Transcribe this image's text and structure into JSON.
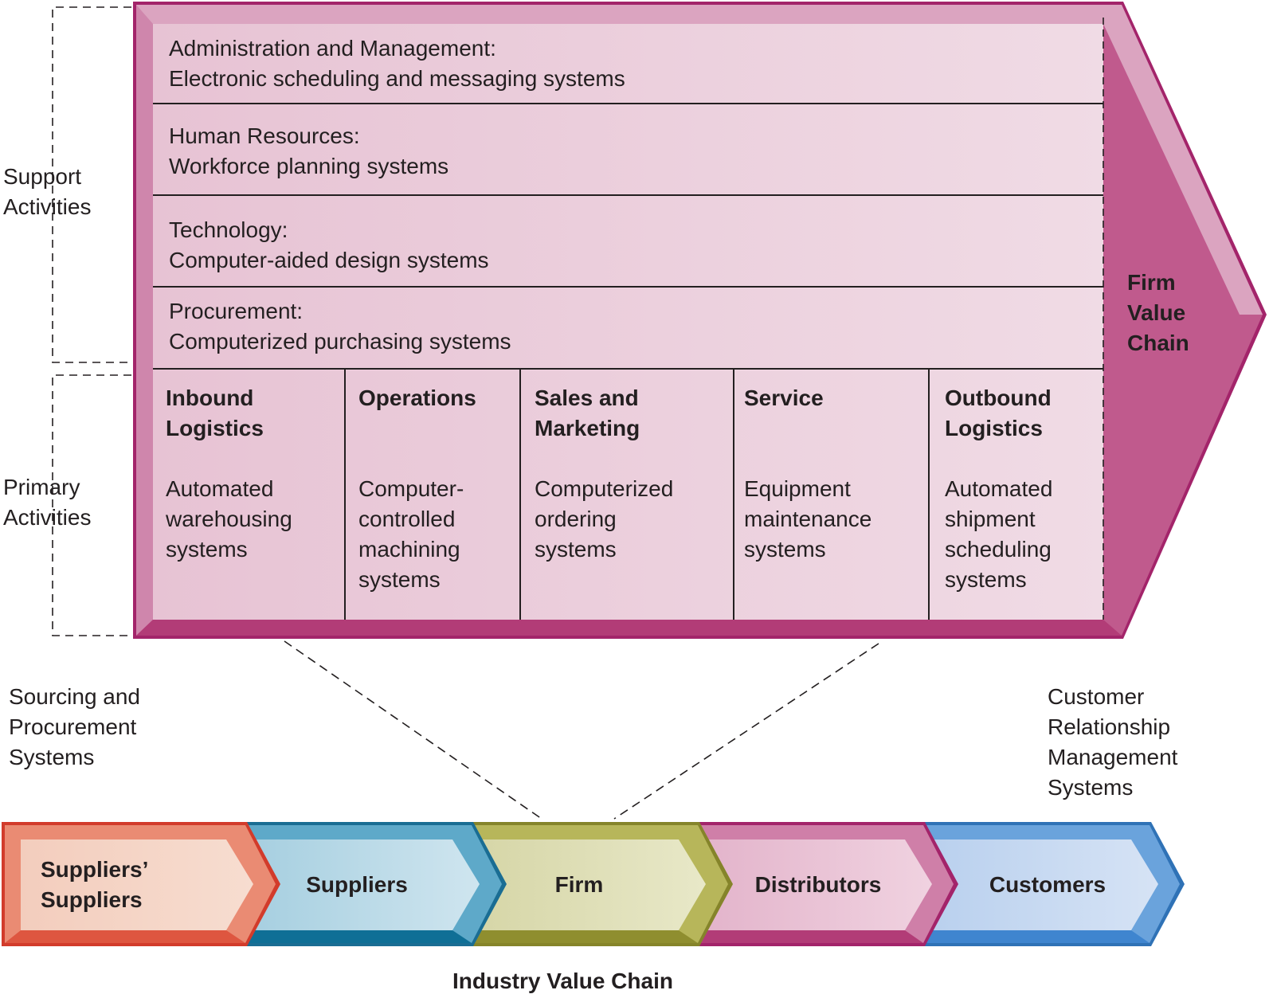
{
  "side_labels": {
    "support": "Support\nActivities",
    "primary": "Primary\nActivities"
  },
  "support_activities": [
    {
      "title": "Administration and Management:",
      "system": "Electronic scheduling and messaging systems"
    },
    {
      "title": "Human Resources:",
      "system": "Workforce planning systems"
    },
    {
      "title": "Technology:",
      "system": "Computer-aided design systems"
    },
    {
      "title": "Procurement:",
      "system": "Computerized purchasing systems"
    }
  ],
  "primary_activities": [
    {
      "title": "Inbound\nLogistics",
      "system": "Automated\nwarehousing\nsystems"
    },
    {
      "title": "Operations",
      "system": "Computer-\ncontrolled\nmachining\nsystems"
    },
    {
      "title": "Sales and\nMarketing",
      "system": "Computerized\nordering\nsystems"
    },
    {
      "title": "Service",
      "system": "Equipment\nmaintenance\nsystems"
    },
    {
      "title": "Outbound\nLogistics",
      "system": "Automated\nshipment\nscheduling\nsystems"
    }
  ],
  "firm_value_chain_label": "Firm\nValue\nChain",
  "annotations": {
    "sourcing": "Sourcing and\nProcurement\nSystems",
    "crm": "Customer\nRelationship\nManagement\nSystems"
  },
  "industry_chain": [
    {
      "label": "Suppliers’\nSuppliers",
      "color": "#e8553f"
    },
    {
      "label": "Suppliers",
      "color": "#2b8ab0"
    },
    {
      "label": "Firm",
      "color": "#a3a23c"
    },
    {
      "label": "Distributors",
      "color": "#b23c77"
    },
    {
      "label": "Customers",
      "color": "#3f85cf"
    }
  ],
  "industry_chain_label": "Industry Value Chain",
  "colors": {
    "firm_border": "#a3246a",
    "firm_fill": "#ebc8d9"
  }
}
